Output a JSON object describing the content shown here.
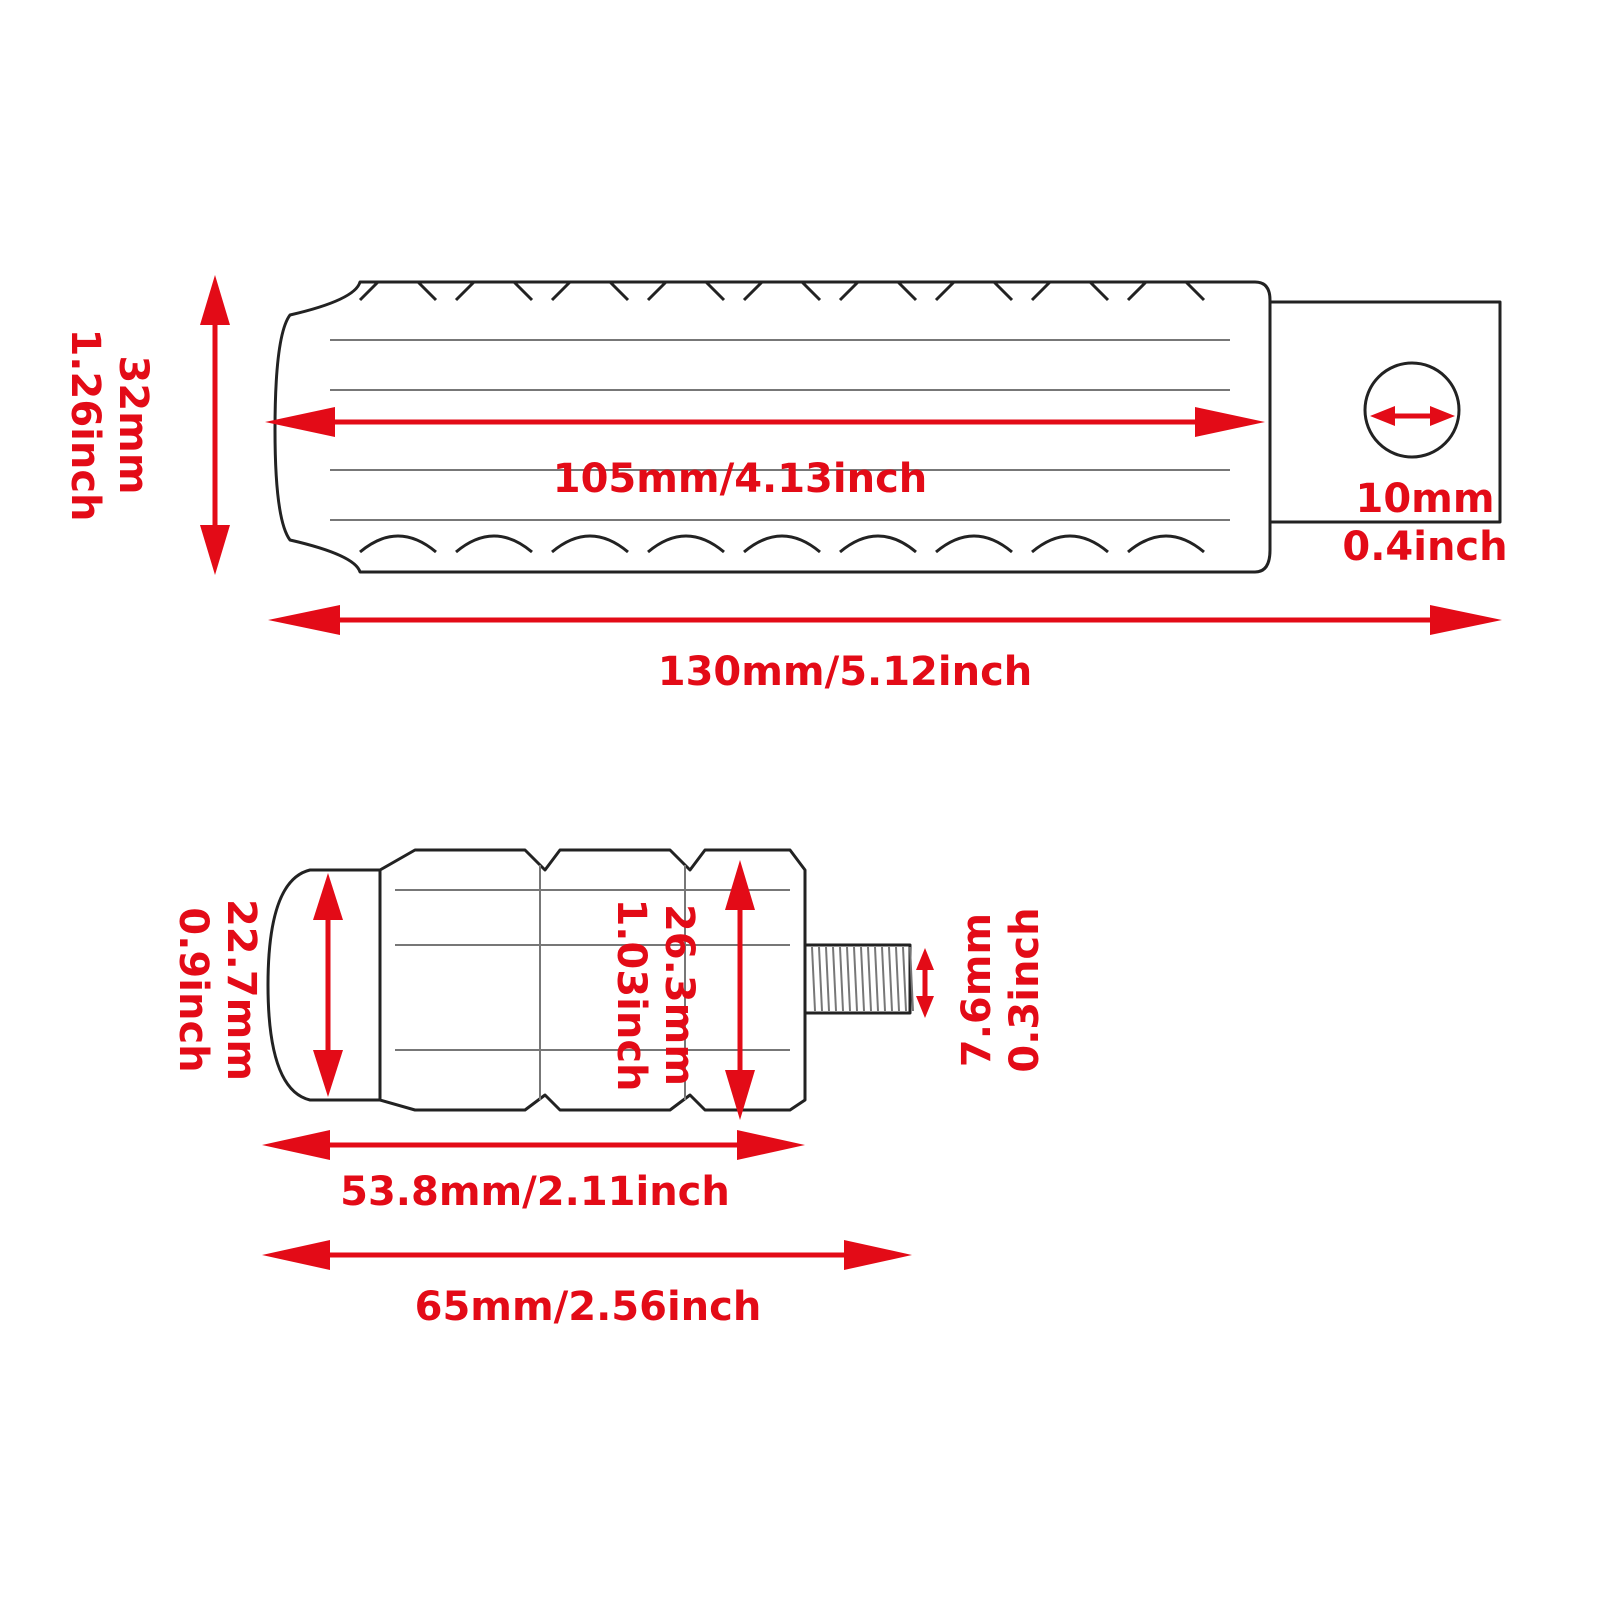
{
  "colors": {
    "dimension": "#e30b17",
    "outline": "#222222"
  },
  "peg_top": {
    "height_label_mm": "32mm",
    "height_label_in": "1.26inch",
    "grip_length_label": "105mm/4.13inch",
    "hole_label_mm": "10mm",
    "hole_label_in": "0.4inch",
    "total_length_label": "130mm/5.12inch"
  },
  "peg_side": {
    "cap_diameter_mm": "22.7mm",
    "cap_diameter_in": "0.9inch",
    "body_diameter_mm": "26.3mm",
    "body_diameter_in": "1.03inch",
    "thread_diameter_mm": "7.6mm",
    "thread_diameter_in": "0.3inch",
    "body_length_label": "53.8mm/2.11inch",
    "total_length_label": "65mm/2.56inch"
  }
}
